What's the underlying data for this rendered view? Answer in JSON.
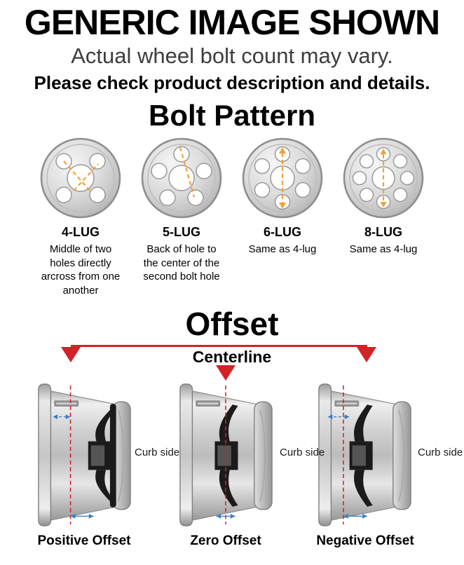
{
  "header": {
    "title": "GENERIC IMAGE SHOWN",
    "subtitle": "Actual wheel bolt count may vary.",
    "note": "Please check product description and details."
  },
  "bolt_pattern": {
    "title": "Bolt Pattern",
    "lugs": [
      {
        "label": "4-LUG",
        "description": "Middle of two holes directly arcross from one another"
      },
      {
        "label": "5-LUG",
        "description": "Back of hole to the center of the second bolt hole"
      },
      {
        "label": "6-LUG",
        "description": "Same as 4-lug"
      },
      {
        "label": "8-LUG",
        "description": "Same as 4-lug"
      }
    ]
  },
  "offset": {
    "title": "Offset",
    "centerline_label": "Centerline",
    "curb_side": "Curb side",
    "labels": [
      "Positive Offset",
      "Zero Offset",
      "Negative Offset"
    ]
  },
  "colors": {
    "accent_red": "#d42127",
    "measure_orange": "#f0a23c",
    "measure_blue": "#3b7fc4",
    "wheel_gray": "#c9c9c9"
  }
}
